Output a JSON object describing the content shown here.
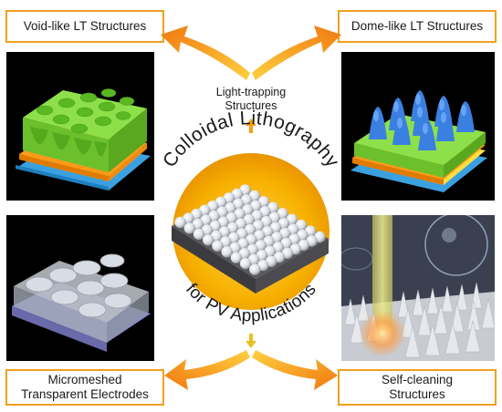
{
  "labels": {
    "void": "Void-like LT Structures",
    "dome": "Dome-like LT Structures",
    "mesh": "Micromeshed Transparent Electrodes",
    "clean": "Self-cleaning Structures",
    "light_trapping": "Light-trapping Structures"
  },
  "center": {
    "title_top": "Colloidal Lithography",
    "title_bottom": "for PV Applications"
  },
  "colors": {
    "accent": "#f0a020",
    "arrow_dark": "#f08a10",
    "circle_outer": "#f3a600",
    "green": "#7ad63a",
    "orange_layer": "#ff9a1a",
    "yellow_layer": "#ffe040",
    "blue_layer": "#3aa0e0"
  }
}
